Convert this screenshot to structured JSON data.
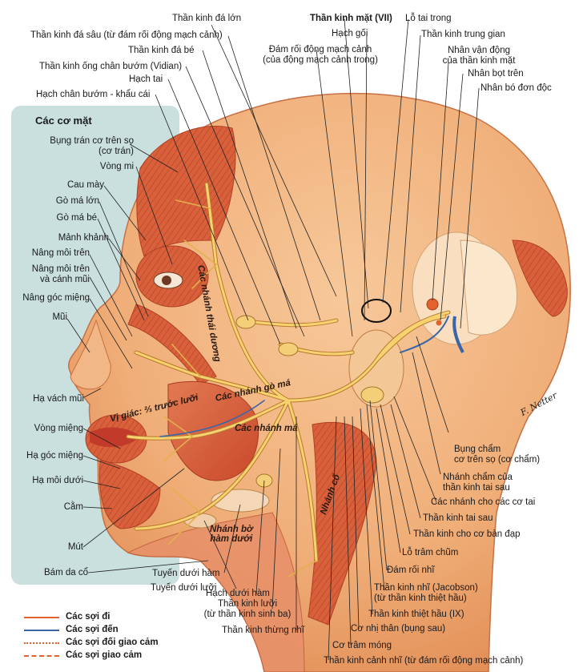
{
  "colors": {
    "panel": "#c9e0df",
    "skin": "#f0b27a",
    "muscle": "#d9623d",
    "nerve": "#f7d271",
    "nerve_outline": "#b97a2c",
    "leader": "#222222",
    "efferent": "#e2622c",
    "afferent": "#3a66a8",
    "parasympathetic": "#e2622c",
    "sympathetic": "#e2622c"
  },
  "panel_title": "Các cơ mặt",
  "muscle_labels": [
    "Bụng trán cơ trên sọ\n(cơ trán)",
    "Vòng mi",
    "Cau mày",
    "Gò má lớn",
    "Gò má bé",
    "Mảnh khảnh",
    "Nâng môi trên",
    "Nâng môi trên\nvà cánh mũi",
    "Nâng góc miệng",
    "Mũi",
    "Hạ vách mũi",
    "Vòng miệng",
    "Hạ góc miệng",
    "Hạ môi dưới",
    "Cằm",
    "Mút",
    "Bám da cổ"
  ],
  "top_left_labels": [
    "Thần kinh đá lớn",
    "Thần kinh đá sâu (từ đám rối động mạch cảnh)",
    "Thần kinh đá bé",
    "Thần kinh ống chân bướm (Vidian)",
    "Hạch tai",
    "Hạch chân bướm - khẩu cái",
    "Đám rối động mạch cảnh\n(của động mạch cảnh trong)"
  ],
  "top_right_labels": {
    "facial_nerve": "Thần kinh mặt (VII)",
    "ear_canal": "Lỗ tai trong",
    "geniculate": "Hạch gối",
    "intermediate": "Thần kinh trung gian",
    "motor_nucleus": "Nhân vận động\ncủa thần kinh mặt",
    "superior_salivatory": "Nhân bọt trên",
    "solitary": "Nhân bó đơn độc"
  },
  "right_labels": [
    "Bụng chẩm\ncơ trên sọ (cơ chẩm)",
    "Nhánh chẩm của\nthần kinh tai sau",
    "Các nhánh cho các cơ tai",
    "Thần kinh tai sau",
    "Thần kinh cho cơ bàn đạp",
    "Lỗ trâm chũm"
  ],
  "bottom_labels": [
    "Đám rối nhĩ",
    "Thần kinh nhĩ (Jacobson)\n(từ thần kinh thiệt hầu)",
    "Thần kinh thiệt hầu (IX)",
    "Cơ nhị thân (bụng sau)",
    "Cơ trâm móng",
    "Thần kinh cảnh nhĩ (từ đám rối động mạch cảnh)",
    "Thần kinh thừng nhĩ",
    "Thần kinh lưỡi\n(từ thần kinh sinh ba)",
    "Hạch dưới hàm",
    "Tuyến dưới lưỡi",
    "Tuyến dưới hàm"
  ],
  "on_image_labels": {
    "temporal": "Các nhánh thái dương",
    "zygomatic": "Các nhánh gò má",
    "buccal": "Các nhánh má",
    "taste": "Vị giác: ⅔ trước lưỡi",
    "cervical": "Nhánh cổ",
    "mandibular": "Nhánh bờ\nhàm dưới"
  },
  "legend": [
    {
      "label": "Các sợi đi",
      "color": "#e2622c",
      "style": "solid"
    },
    {
      "label": "Các sợi đến",
      "color": "#3a66a8",
      "style": "solid"
    },
    {
      "label": "Các sợi đối giao cảm",
      "color": "#e2622c",
      "style": "dotted"
    },
    {
      "label": "Các sợi giao cảm",
      "color": "#e2622c",
      "style": "dashed"
    }
  ],
  "signature": "F. Netter"
}
